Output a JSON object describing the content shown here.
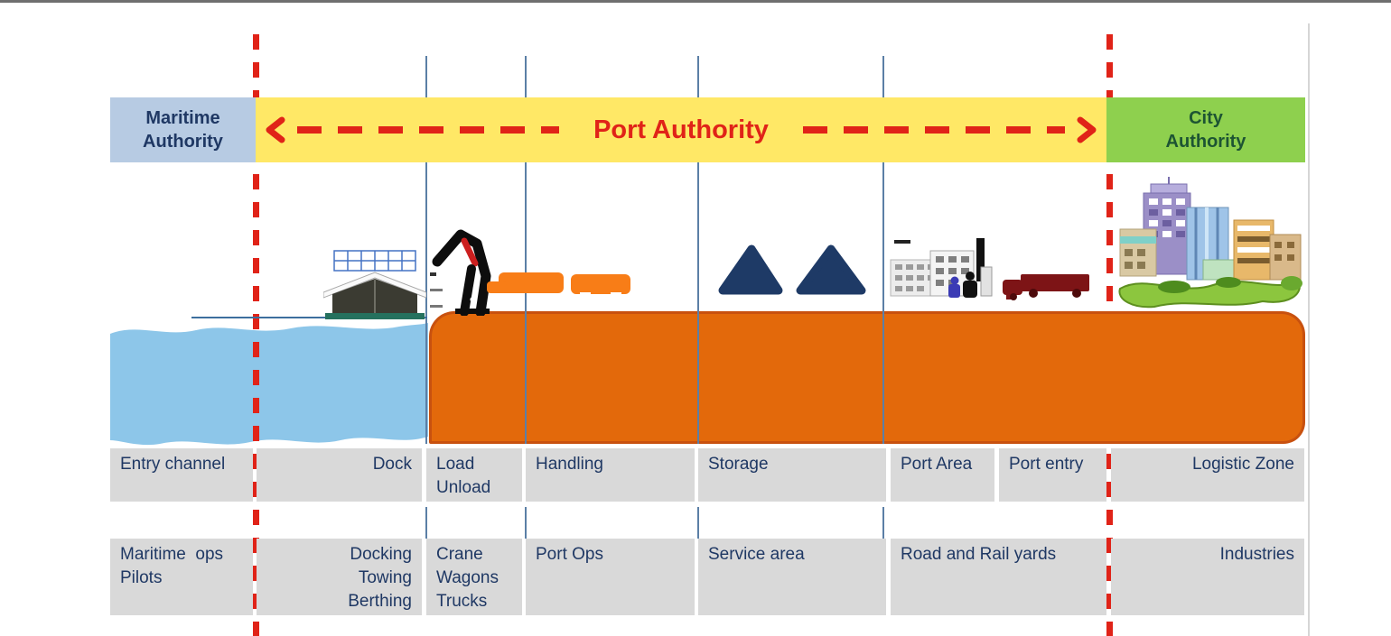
{
  "header": {
    "maritime_authority": {
      "line1": "Maritime",
      "line2": "Authority"
    },
    "port_authority": {
      "label": "Port Authority"
    },
    "city_authority": {
      "line1": "City",
      "line2": "Authority"
    }
  },
  "zones": {
    "row1": [
      {
        "name": "entry-channel",
        "lines": [
          "Entry channel"
        ],
        "align": "left"
      },
      {
        "name": "dock",
        "lines": [
          "Dock"
        ],
        "align": "right"
      },
      {
        "name": "load-unload",
        "lines": [
          "Load",
          "Unload"
        ],
        "align": "left"
      },
      {
        "name": "handling",
        "lines": [
          "Handling"
        ],
        "align": "left"
      },
      {
        "name": "storage",
        "lines": [
          "Storage"
        ],
        "align": "left"
      },
      {
        "name": "port-area",
        "lines": [
          "Port Area"
        ],
        "align": "left"
      },
      {
        "name": "port-entry",
        "lines": [
          "Port entry"
        ],
        "align": "left"
      },
      {
        "name": "logistic-zone",
        "lines": [
          "Logistic Zone"
        ],
        "align": "right"
      }
    ],
    "row2": [
      {
        "name": "maritime-ops",
        "lines": [
          "Maritime  ops",
          "Pilots"
        ],
        "align": "left"
      },
      {
        "name": "docking-towing-berthing",
        "lines": [
          "Docking",
          "Towing",
          "Berthing"
        ],
        "align": "right"
      },
      {
        "name": "crane-wagons-trucks",
        "lines": [
          "Crane",
          "Wagons",
          "Trucks"
        ],
        "align": "left"
      },
      {
        "name": "port-ops",
        "lines": [
          "Port Ops"
        ],
        "align": "left"
      },
      {
        "name": "service-area",
        "lines": [
          "Service area"
        ],
        "align": "left"
      },
      {
        "name": "road-rail-yards",
        "lines": [
          "Road and Rail yards"
        ],
        "align": "left"
      },
      {
        "name": "industries",
        "lines": [
          "Industries"
        ],
        "align": "right"
      }
    ]
  },
  "icons": {
    "ship": "cargo-ship",
    "crane": "harbor-crane",
    "wagons": "container-wagons",
    "storage_piles": "storage-piles",
    "port_buildings": "port-buildings",
    "truck": "truck",
    "city": "city-illustration"
  },
  "colors": {
    "maritime_box": "#b7cbe3",
    "yellow_band": "#ffe866",
    "city_box": "#8ed04e",
    "red_accent": "#e02318",
    "navy_text": "#1f3864",
    "dark_green_text": "#1d5433",
    "water": "#8dc6e9",
    "land": "#e3690b",
    "cell_gray": "#d9d9d9"
  }
}
